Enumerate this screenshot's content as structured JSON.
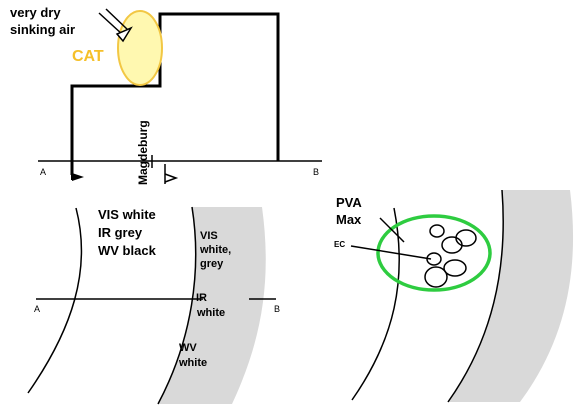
{
  "colors": {
    "background": "#ffffff",
    "line": "#000000",
    "cat_fill": "#fff8b0",
    "cat_outline": "#f2c744",
    "cat_text": "#f5c02a",
    "band_fill": "#d9d9d9",
    "pva_ring": "#2ecc40"
  },
  "top_panel": {
    "air_label_line1": "very dry",
    "air_label_line2": "sinking air",
    "cat_label": "CAT",
    "station_label": "Magdeburg",
    "point_a": "A",
    "point_b": "B",
    "icons": [
      "arrow-down-right-icon",
      "cat-ellipse-icon",
      "flag-marker-icon"
    ]
  },
  "bottom_left_panel": {
    "legend_line1": "VIS white",
    "legend_line2": "IR grey",
    "legend_line3": "WV black",
    "band_vis_line1": "VIS",
    "band_vis_line2": "white,",
    "band_vis_line3": "grey",
    "band_ir_line1": "IR",
    "band_ir_line2": "white",
    "band_wv_line1": "WV",
    "band_wv_line2": "white",
    "point_a": "A",
    "point_b": "B"
  },
  "bottom_right_panel": {
    "pva_line1": "PVA",
    "pva_line2": "Max",
    "ec_label": "EC",
    "cell_count": 6
  }
}
